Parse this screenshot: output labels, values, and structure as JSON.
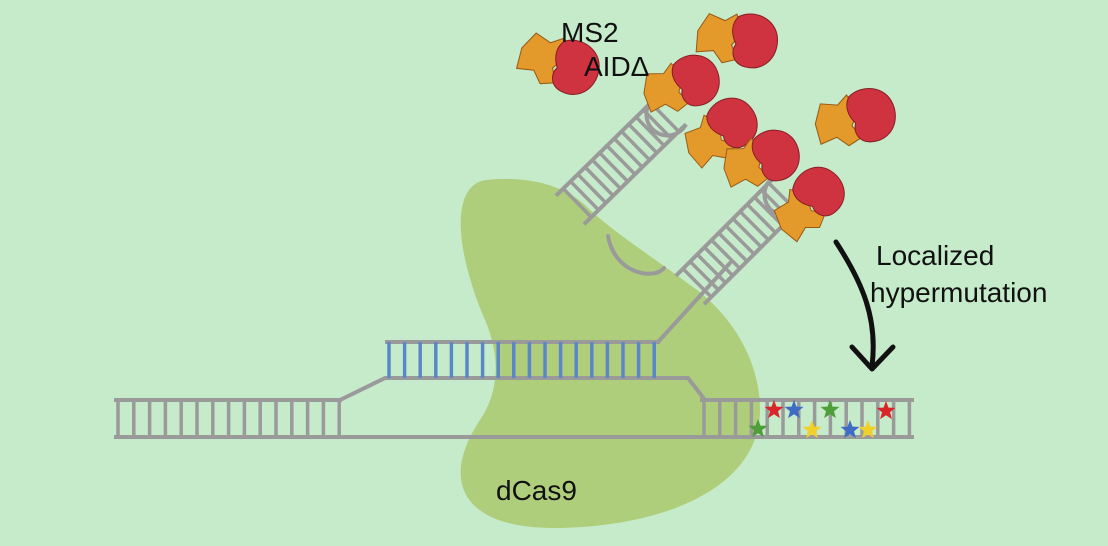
{
  "labels": {
    "ms2": "MS2",
    "aid": "AIDΔ",
    "localized": "Localized",
    "hypermutation": "hypermutation",
    "dcas9": "dCas9"
  },
  "colors": {
    "background": "#c6ebca",
    "protein": "#a9c96e",
    "dna": "#9a9a9a",
    "guide_pairing": "#5b86c9",
    "ms2_coat": "#e39a2b",
    "aid": "#cf3340",
    "star_red": "#d8262b",
    "star_blue": "#3e6bc4",
    "star_green": "#4f9e3a",
    "star_yellow": "#f2cf2a"
  },
  "icons": {
    "arrow": "curved-down-arrow-icon",
    "mutation": "star-icon"
  },
  "mutations": [
    {
      "color": "red"
    },
    {
      "color": "blue"
    },
    {
      "color": "green"
    },
    {
      "color": "red"
    },
    {
      "color": "green"
    },
    {
      "color": "yellow"
    },
    {
      "color": "blue"
    },
    {
      "color": "yellow"
    }
  ]
}
